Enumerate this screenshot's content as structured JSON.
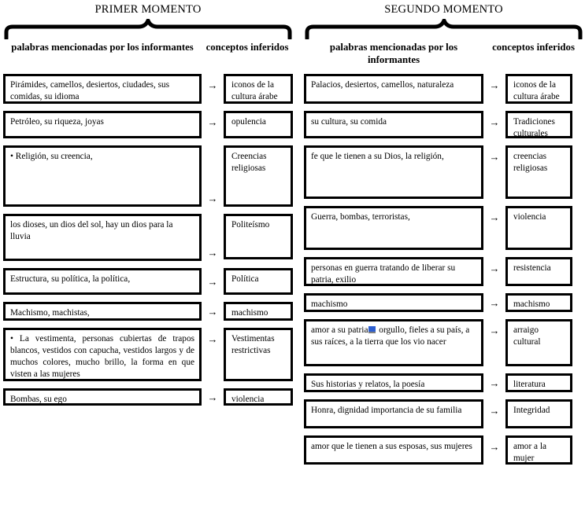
{
  "moments": [
    {
      "title": "PRIMER MOMENTO",
      "headers": {
        "words": "palabras mencionadas por los informantes",
        "concepts": "conceptos inferidos"
      },
      "rows": [
        {
          "words": "Pirámides, camellos, desiertos, ciudades, sus comidas, su idioma",
          "concept": "iconos de la cultura árabe",
          "words_height": 38,
          "concept_height": 38,
          "arrow": "top",
          "justify": false
        },
        {
          "words": "Petróleo, su riqueza, joyas",
          "concept": "opulencia",
          "words_height": 35,
          "concept_height": 35,
          "arrow": "top",
          "justify": false
        },
        {
          "words": "• Religión, su creencia,",
          "concept": "Creencias religiosas",
          "words_height": 78,
          "concept_height": 78,
          "arrow": "bottom",
          "justify": false
        },
        {
          "words": "los dioses, un dios del sol, hay un dios para la lluvia",
          "concept": "Politeísmo",
          "words_height": 60,
          "concept_height": 58,
          "arrow": "bottom",
          "justify": false
        },
        {
          "words": "Estructura, su política, la política,",
          "concept": "Política",
          "words_height": 34,
          "concept_height": 34,
          "arrow": "middle",
          "justify": false
        },
        {
          "words": "Machismo, machistas,",
          "concept": "machismo",
          "words_height": 24,
          "concept_height": 24,
          "arrow": "middle",
          "justify": false
        },
        {
          "words": "• La vestimenta, personas cubiertas de trapos blancos, vestidos con capucha, vestidos largos y de muchos colores, mucho brillo, la forma en que visten a las mujeres",
          "concept": "Vestimentas restrictivas",
          "words_height": 68,
          "concept_height": 68,
          "arrow": "top",
          "justify": true
        },
        {
          "words": "Bombas, su ego",
          "concept": "violencia",
          "words_height": 22,
          "concept_height": 22,
          "arrow": "middle",
          "justify": false
        }
      ]
    },
    {
      "title": "SEGUNDO MOMENTO",
      "headers": {
        "words": "palabras mencionadas por los informantes",
        "concepts": "conceptos inferidos"
      },
      "rows": [
        {
          "words": "Palacios, desiertos, camellos, naturaleza",
          "concept": "iconos de la cultura árabe",
          "words_height": 38,
          "concept_height": 38,
          "arrow": "top",
          "justify": false
        },
        {
          "words": "su cultura, su comida",
          "concept": "Tradiciones culturales",
          "words_height": 35,
          "concept_height": 35,
          "arrow": "top",
          "justify": false
        },
        {
          "words": "fe que le tienen a su Dios, la religión,",
          "concept": "creencias religiosas",
          "words_height": 68,
          "concept_height": 68,
          "arrow": "top",
          "justify": false
        },
        {
          "words": "Guerra, bombas, terroristas,",
          "concept": "violencia",
          "words_height": 56,
          "concept_height": 56,
          "arrow": "top",
          "justify": false
        },
        {
          "words": "personas en guerra tratando de liberar su patria, exilio",
          "concept": "resistencia",
          "words_height": 37,
          "concept_height": 37,
          "arrow": "top",
          "justify": false
        },
        {
          "words": "machismo",
          "concept": "machismo",
          "words_height": 24,
          "concept_height": 24,
          "arrow": "middle",
          "justify": false
        },
        {
          "words_pre": "amor a su patria",
          "words_post": " orgullo, fieles a su país, a sus raíces, a la tierra que los vio nacer",
          "words": "amor a su patria orgullo, fieles a su país, a sus raíces, a la tierra que los vio nacer",
          "concept": "arraigo cultural",
          "words_height": 60,
          "concept_height": 60,
          "arrow": "top",
          "justify": false,
          "highlight": true
        },
        {
          "words": "Sus historias y relatos, la poesía",
          "concept": "literatura",
          "words_height": 24,
          "concept_height": 24,
          "arrow": "middle",
          "justify": false
        },
        {
          "words": "Honra, dignidad importancia de su familia",
          "concept": "Integridad",
          "words_height": 37,
          "concept_height": 37,
          "arrow": "top",
          "justify": false
        },
        {
          "words": "amor que le tienen a sus esposas, sus mujeres",
          "concept": "amor a la mujer",
          "words_height": 37,
          "concept_height": 37,
          "arrow": "top",
          "justify": false
        }
      ]
    }
  ],
  "icons": {
    "arrow": "→",
    "brace": "top-curly-brace"
  },
  "colors": {
    "border": "#000000",
    "background": "#ffffff",
    "highlight": "#2d5fd0"
  }
}
